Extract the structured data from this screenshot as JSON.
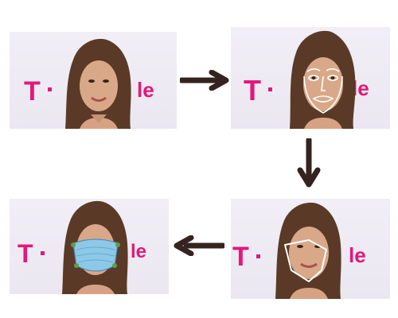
{
  "diagram": {
    "description_steps": [
      "original",
      "landmarks",
      "mask-region",
      "masked"
    ],
    "colors": {
      "brand": "#e2197a",
      "arrow": "#35231f",
      "landmark_line": "#ffffff",
      "mask": "#8cc8e8"
    },
    "backdrop": {
      "logo_letter": "T",
      "logo_tail": "le"
    },
    "panels": [
      {
        "step": "original"
      },
      {
        "step": "landmarks"
      },
      {
        "step": "mask-region"
      },
      {
        "step": "masked"
      }
    ]
  }
}
